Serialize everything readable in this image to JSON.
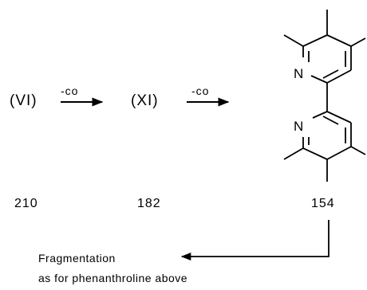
{
  "scheme": {
    "compounds": [
      {
        "label": "(VI)",
        "mass": "210"
      },
      {
        "label": "(XI)",
        "mass": "182"
      }
    ],
    "arrow_labels": [
      "-co",
      "-co"
    ],
    "product": {
      "mass": "154",
      "atom_labels": [
        "N",
        "N"
      ]
    },
    "note_lines": [
      "Fragmentation",
      "as for phenanthroline above"
    ]
  }
}
